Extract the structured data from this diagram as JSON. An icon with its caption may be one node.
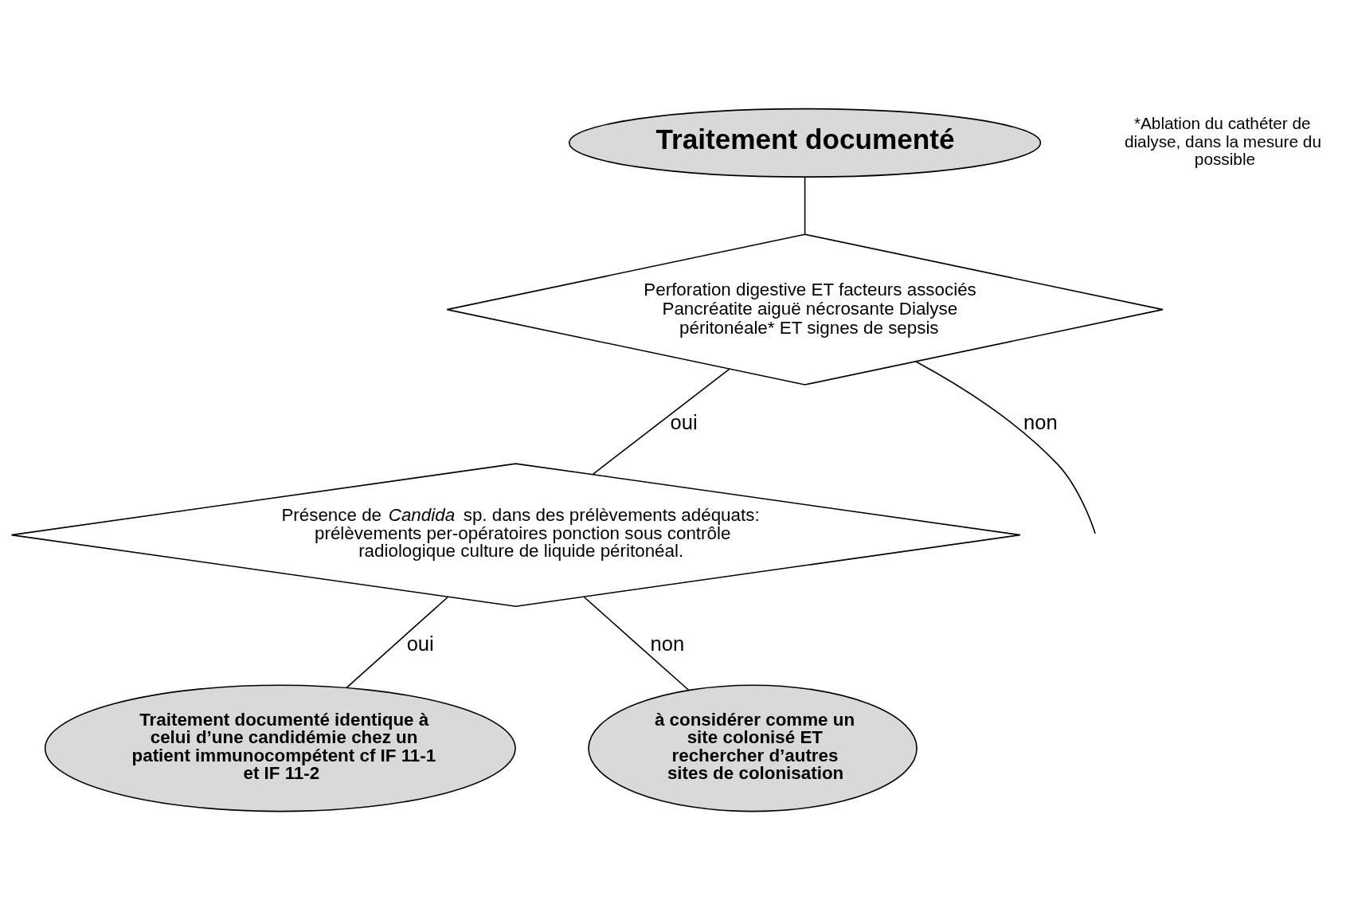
{
  "diagram": {
    "nodes": [
      {
        "text": [
          "Traitement documenté"
        ]
      },
      {
        "text": [
          "Perforation digestive ET facteurs associés Pancréatite aiguë nécrosante Dialyse péritonéale* ET signes de sepsis"
        ]
      },
      {
        "text": [
          "Présence de *Candida* sp. dans des prélèvements adéquats: prélèvements per-opératoires ponction sous contrôle radiologique culture de liquide péritonéal."
        ]
      },
      {
        "text": [
          "Traitement documenté identique à celui d’une candidémie chez un patient immunocompétent cf IF 11-1 et IF 11-2"
        ]
      },
      {
        "text": [
          "à considérer comme un site colonisé ET rechercher d’autres sites de colonisation"
        ]
      }
    ],
    "edges": [
      {
        "from": 0,
        "to": 1,
        "arrow": "none"
      },
      {
        "from": 1,
        "to": 2,
        "arrow": "none",
        "label": "oui"
      },
      {
        "from": 1,
        "to": null,
        "arrow": "none",
        "label": "non"
      },
      {
        "from": 2,
        "to": 3,
        "arrow": "none",
        "label": "oui"
      },
      {
        "from": 2,
        "to": 4,
        "arrow": "none",
        "label": "non"
      }
    ],
    "labels": [
      "*Ablation du cathéter de dialyse, dans la mesure du possible"
    ]
  }
}
